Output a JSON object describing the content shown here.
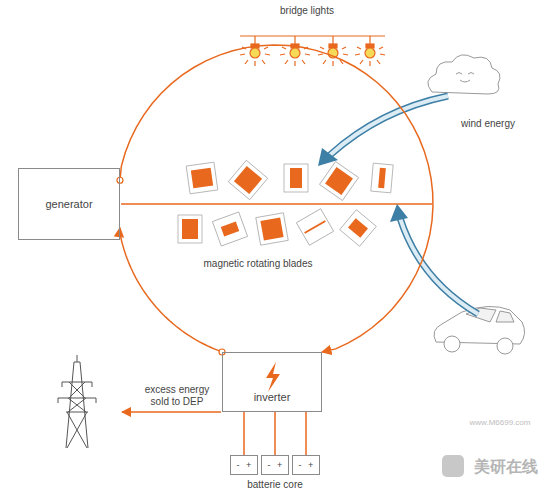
{
  "diagram": {
    "nodes": [
      {
        "text": [
          "generator"
        ]
      },
      {
        "text": [
          "inverter"
        ]
      },
      {
        "text": [
          "- +"
        ]
      },
      {
        "text": [
          "- +"
        ]
      },
      {
        "text": [
          "- +"
        ]
      }
    ],
    "edges": [
      {
        "from": 0,
        "to": 1,
        "arrow": "to"
      },
      {
        "from": 1,
        "to": 0,
        "arrow": "to"
      },
      {
        "from": 1,
        "to": 2,
        "arrow": "none"
      },
      {
        "from": 1,
        "to": 3,
        "arrow": "none"
      },
      {
        "from": 1,
        "to": 4,
        "arrow": "none"
      }
    ],
    "labels": [
      "bridge lights",
      "wind energy",
      "magnetic rotating blades",
      "excess energy sold to DEP",
      "batterie core",
      "美研在线",
      "www.M6699.com"
    ]
  }
}
